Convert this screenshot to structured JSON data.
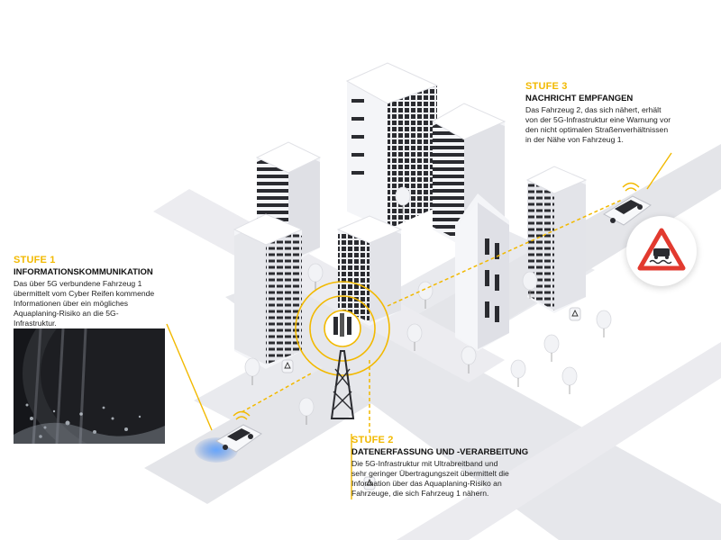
{
  "stage1": {
    "label": "STUFE 1",
    "heading": "INFORMATIONSKOMMUNIKATION",
    "text_lines": [
      "Das über 5G verbundene Fahrzeug 1",
      "übermittelt vom Cyber Reifen kommende",
      "Informationen über ein mögliches",
      "Aquaplaning-Risiko an die 5G-",
      "Infrastruktur."
    ]
  },
  "stage2": {
    "label": "STUFE 2",
    "heading": "DATENERFASSUNG UND -VERARBEITUNG",
    "text_lines": [
      "Die 5G-Infrastruktur mit Ultrabreitband und",
      "sehr geringer Übertragungszeit übermittelt die",
      "Information über das Aquaplaning-Risiko an",
      "Fahrzeuge, die sich Fahrzeug 1 nähern."
    ]
  },
  "stage3": {
    "label": "STUFE 3",
    "heading": "NACHRICHT EMPFANGEN",
    "text_lines": [
      "Das Fahrzeug 2, das sich nähert, erhält",
      "von der 5G-Infrastruktur eine Warnung vor",
      "den nicht optimalen Straßenverhältnissen",
      "in der Nähe von Fahrzeug 1."
    ]
  },
  "colors": {
    "accent": "#f2b900",
    "road": "#e9eaee",
    "building_light": "#f4f5f8",
    "building_shade": "#dcdde3",
    "window": "#2a2b30",
    "warning_red": "#e23a2f",
    "water_blue": "#2f6fd6"
  },
  "icons": [
    "tire-photo",
    "cell-tower-icon",
    "warning-sign-icon",
    "car-icon",
    "wifi-icon",
    "tree-icon",
    "sensor-icon"
  ]
}
